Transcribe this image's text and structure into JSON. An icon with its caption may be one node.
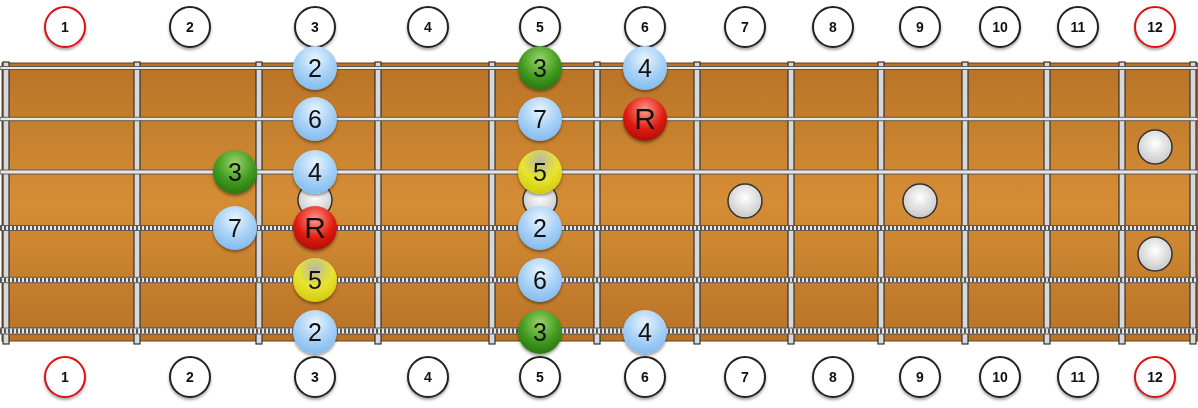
{
  "diagram": {
    "nodes": [
      {
        "text": [
          "1"
        ]
      },
      {
        "text": [
          "2"
        ]
      },
      {
        "text": [
          "3"
        ]
      },
      {
        "text": [
          "4"
        ]
      },
      {
        "text": [
          "5"
        ]
      },
      {
        "text": [
          "6"
        ]
      },
      {
        "text": [
          "7"
        ]
      },
      {
        "text": [
          "8"
        ]
      },
      {
        "text": [
          "9"
        ]
      },
      {
        "text": [
          "10"
        ]
      },
      {
        "text": [
          "11"
        ]
      },
      {
        "text": [
          "12"
        ]
      },
      {
        "text": [
          "2"
        ]
      },
      {
        "text": [
          "3"
        ]
      },
      {
        "text": [
          "4"
        ]
      },
      {
        "text": [
          "6"
        ]
      },
      {
        "text": [
          "7"
        ]
      },
      {
        "text": [
          "R"
        ]
      },
      {
        "text": [
          "3"
        ]
      },
      {
        "text": [
          "4"
        ]
      },
      {
        "text": [
          "5"
        ]
      },
      {
        "text": [
          "7"
        ]
      },
      {
        "text": [
          "R"
        ]
      },
      {
        "text": [
          "2"
        ]
      },
      {
        "text": [
          "5"
        ]
      },
      {
        "text": [
          "6"
        ]
      },
      {
        "text": [
          "2"
        ]
      },
      {
        "text": [
          "3"
        ]
      },
      {
        "text": [
          "4"
        ]
      },
      {
        "text": [
          "1"
        ]
      },
      {
        "text": [
          "2"
        ]
      },
      {
        "text": [
          "3"
        ]
      },
      {
        "text": [
          "4"
        ]
      },
      {
        "text": [
          "5"
        ]
      },
      {
        "text": [
          "6"
        ]
      },
      {
        "text": [
          "7"
        ]
      },
      {
        "text": [
          "8"
        ]
      },
      {
        "text": [
          "9"
        ]
      },
      {
        "text": [
          "10"
        ]
      },
      {
        "text": [
          "11"
        ]
      },
      {
        "text": [
          "12"
        ]
      }
    ]
  }
}
